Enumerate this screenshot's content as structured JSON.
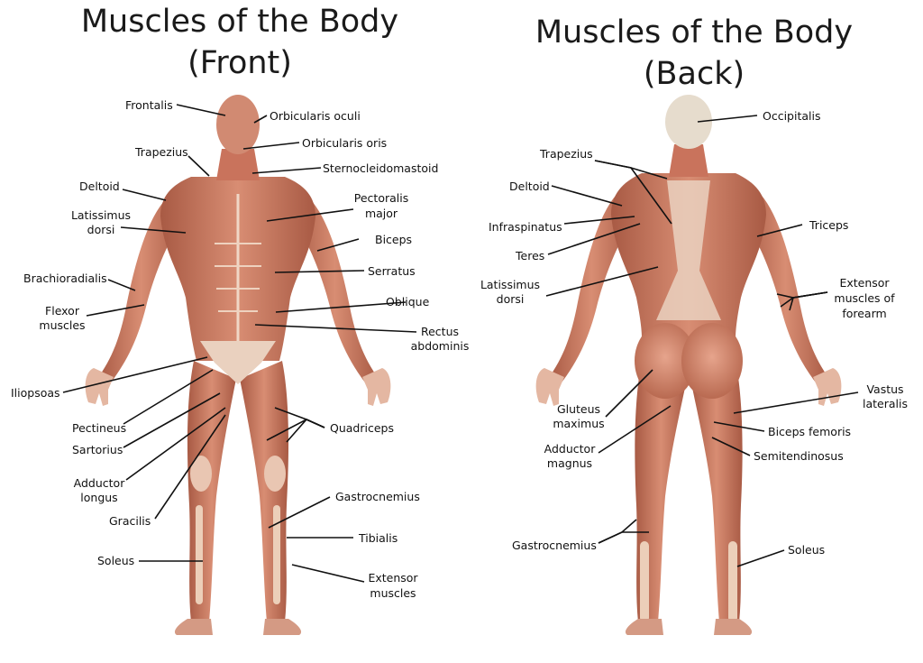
{
  "front": {
    "title_line1": "Muscles of the Body",
    "title_line2": "(Front)",
    "labels": {
      "frontalis": "Frontalis",
      "orbicularis_oculi": "Orbicularis oculi",
      "orbicularis_oris": "Orbicularis oris",
      "trapezius": "Trapezius",
      "sternocleidomastoid": "Sternocleidomastoid",
      "deltoid": "Deltoid",
      "pectoralis_1": "Pectoralis",
      "pectoralis_2": "major",
      "latissimus_1": "Latissimus",
      "latissimus_2": "dorsi",
      "biceps": "Biceps",
      "brachioradialis": "Brachioradialis",
      "serratus": "Serratus",
      "flexor_1": "Flexor",
      "flexor_2": "muscles",
      "oblique": "Oblique",
      "rectus_1": "Rectus",
      "rectus_2": "abdominis",
      "iliopsoas": "Iliopsoas",
      "pectineus": "Pectineus",
      "quadriceps": "Quadriceps",
      "sartorius": "Sartorius",
      "adductor_longus_1": "Adductor",
      "adductor_longus_2": "longus",
      "gastrocnemius": "Gastrocnemius",
      "gracilis": "Gracilis",
      "tibialis": "Tibialis",
      "soleus": "Soleus",
      "extensor_1": "Extensor",
      "extensor_2": "muscles"
    }
  },
  "back": {
    "title_line1": "Muscles of the Body",
    "title_line2": "(Back)",
    "labels": {
      "occipitalis": "Occipitalis",
      "trapezius": "Trapezius",
      "deltoid": "Deltoid",
      "infraspinatus": "Infraspinatus",
      "triceps": "Triceps",
      "teres": "Teres",
      "latissimus_1": "Latissimus",
      "latissimus_2": "dorsi",
      "extensor_1": "Extensor",
      "extensor_2": "muscles of",
      "extensor_3": "forearm",
      "vastus_1": "Vastus",
      "vastus_2": "lateralis",
      "gluteus_1": "Gluteus",
      "gluteus_2": "maximus",
      "biceps_femoris": "Biceps femoris",
      "adductor_magnus_1": "Adductor",
      "adductor_magnus_2": "magnus",
      "semitendinosus": "Semitendinosus",
      "gastrocnemius": "Gastrocnemius",
      "soleus": "Soleus"
    }
  },
  "colors": {
    "muscle": "#c97a62",
    "muscle_dark": "#a85a44",
    "tendon": "#efd7c4",
    "skull": "#e6dccd",
    "leader": "#111111"
  }
}
